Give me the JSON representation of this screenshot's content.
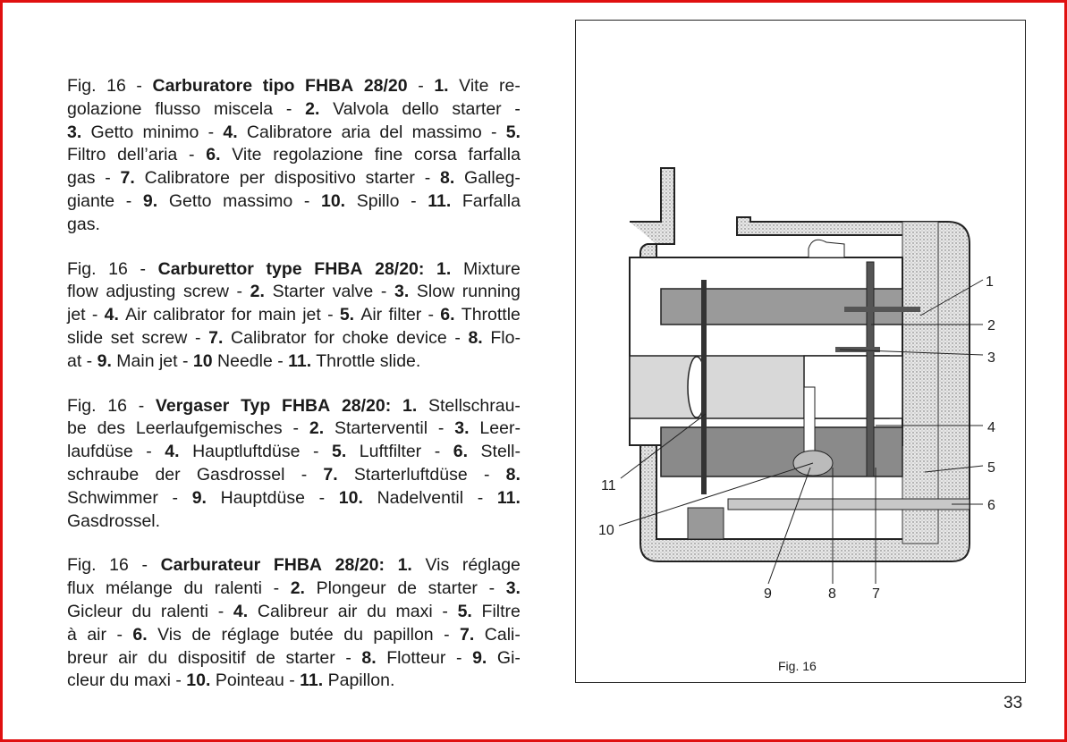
{
  "paragraphs": [
    {
      "lang": "it",
      "lines": [
        [
          [
            "Fig. 16 - ",
            false
          ],
          [
            "Carburatore tipo FHBA 28/20",
            true
          ],
          [
            " - ",
            false
          ],
          [
            "1.",
            true
          ],
          [
            " Vite re-",
            false
          ]
        ],
        [
          [
            "golazione flusso miscela - ",
            false
          ],
          [
            "2.",
            true
          ],
          [
            " Valvola dello starter -",
            false
          ]
        ],
        [
          [
            "3.",
            true
          ],
          [
            "Getto minimo - ",
            false
          ],
          [
            "4.",
            true
          ],
          [
            " Calibratore aria del massimo - ",
            false
          ],
          [
            "5.",
            true
          ]
        ],
        [
          [
            "Filtro dell’aria - ",
            false
          ],
          [
            "6.",
            true
          ],
          [
            " Vite regolazione fine corsa farfalla",
            false
          ]
        ],
        [
          [
            "gas - ",
            false
          ],
          [
            "7.",
            true
          ],
          [
            " Calibratore per dispositivo starter - ",
            false
          ],
          [
            "8.",
            true
          ],
          [
            " Galleg-",
            false
          ]
        ],
        [
          [
            "giante - ",
            false
          ],
          [
            "9.",
            true
          ],
          [
            " Getto massimo - ",
            false
          ],
          [
            "10.",
            true
          ],
          [
            " Spillo - ",
            false
          ],
          [
            "11.",
            true
          ],
          [
            " Farfalla",
            false
          ]
        ],
        [
          [
            "gas.",
            false
          ]
        ]
      ]
    },
    {
      "lang": "en",
      "lines": [
        [
          [
            "Fig. 16 - ",
            false
          ],
          [
            "Carburettor type FHBA 28/20: 1.",
            true
          ],
          [
            " Mixture",
            false
          ]
        ],
        [
          [
            "flow adjusting screw - ",
            false
          ],
          [
            "2.",
            true
          ],
          [
            " Starter valve - ",
            false
          ],
          [
            "3.",
            true
          ],
          [
            " Slow running",
            false
          ]
        ],
        [
          [
            "jet - ",
            false
          ],
          [
            "4.",
            true
          ],
          [
            " Air calibrator for main jet - ",
            false
          ],
          [
            "5.",
            true
          ],
          [
            " Air filter - ",
            false
          ],
          [
            "6.",
            true
          ],
          [
            " Throttle",
            false
          ]
        ],
        [
          [
            "slide set screw - ",
            false
          ],
          [
            "7.",
            true
          ],
          [
            " Calibrator for choke device - ",
            false
          ],
          [
            "8.",
            true
          ],
          [
            " Flo-",
            false
          ]
        ],
        [
          [
            "at - ",
            false
          ],
          [
            "9.",
            true
          ],
          [
            " Main jet - ",
            false
          ],
          [
            "10",
            true
          ],
          [
            " Needle - ",
            false
          ],
          [
            "11.",
            true
          ],
          [
            " Throttle slide.",
            false
          ]
        ]
      ]
    },
    {
      "lang": "de",
      "lines": [
        [
          [
            "Fig. 16 - ",
            false
          ],
          [
            "Vergaser Typ FHBA 28/20: 1.",
            true
          ],
          [
            " Stellschrau-",
            false
          ]
        ],
        [
          [
            "be des Leerlaufgemisches - ",
            false
          ],
          [
            "2.",
            true
          ],
          [
            " Starterventil - ",
            false
          ],
          [
            "3.",
            true
          ],
          [
            " Leer-",
            false
          ]
        ],
        [
          [
            "laufdüse - ",
            false
          ],
          [
            "4.",
            true
          ],
          [
            "Hauptluftdüse - ",
            false
          ],
          [
            "5.",
            true
          ],
          [
            " Luftfilter - ",
            false
          ],
          [
            "6.",
            true
          ],
          [
            " Stell-",
            false
          ]
        ],
        [
          [
            "schraube der Gasdrossel - ",
            false
          ],
          [
            "7.",
            true
          ],
          [
            " Starterluftdüse - ",
            false
          ],
          [
            "8.",
            true
          ]
        ],
        [
          [
            "Schwimmer - ",
            false
          ],
          [
            "9.",
            true
          ],
          [
            " Hauptdüse - ",
            false
          ],
          [
            "10.",
            true
          ],
          [
            " Nadelventil - ",
            false
          ],
          [
            "11.",
            true
          ]
        ],
        [
          [
            "Gasdrossel.",
            false
          ]
        ]
      ]
    },
    {
      "lang": "fr",
      "lines": [
        [
          [
            "Fig. 16 - ",
            false
          ],
          [
            "Carburateur FHBA 28/20: 1.",
            true
          ],
          [
            " Vis réglage",
            false
          ]
        ],
        [
          [
            "flux mélange du ralenti - ",
            false
          ],
          [
            "2.",
            true
          ],
          [
            " Plongeur de starter - ",
            false
          ],
          [
            "3.",
            true
          ]
        ],
        [
          [
            "Gicleur du ralenti - ",
            false
          ],
          [
            "4.",
            true
          ],
          [
            " Calibreur air du maxi - ",
            false
          ],
          [
            "5.",
            true
          ],
          [
            " Filtre",
            false
          ]
        ],
        [
          [
            "à air - ",
            false
          ],
          [
            "6.",
            true
          ],
          [
            " Vis de réglage butée du papillon - ",
            false
          ],
          [
            "7.",
            true
          ],
          [
            " Cali-",
            false
          ]
        ],
        [
          [
            "breur air du dispositif de starter - ",
            false
          ],
          [
            "8.",
            true
          ],
          [
            " Flotteur - ",
            false
          ],
          [
            "9.",
            true
          ],
          [
            " Gi-",
            false
          ]
        ],
        [
          [
            "cleur du maxi - ",
            false
          ],
          [
            "10.",
            true
          ],
          [
            " Pointeau - ",
            false
          ],
          [
            "11.",
            true
          ],
          [
            " Papillon.",
            false
          ]
        ]
      ]
    }
  ],
  "figure": {
    "caption": "Fig. 16",
    "callouts": [
      "1",
      "2",
      "3",
      "4",
      "5",
      "6",
      "7",
      "8",
      "9",
      "10",
      "11"
    ]
  },
  "page_number": "33",
  "colors": {
    "border": "#e01010",
    "ink": "#1a1a1a"
  }
}
